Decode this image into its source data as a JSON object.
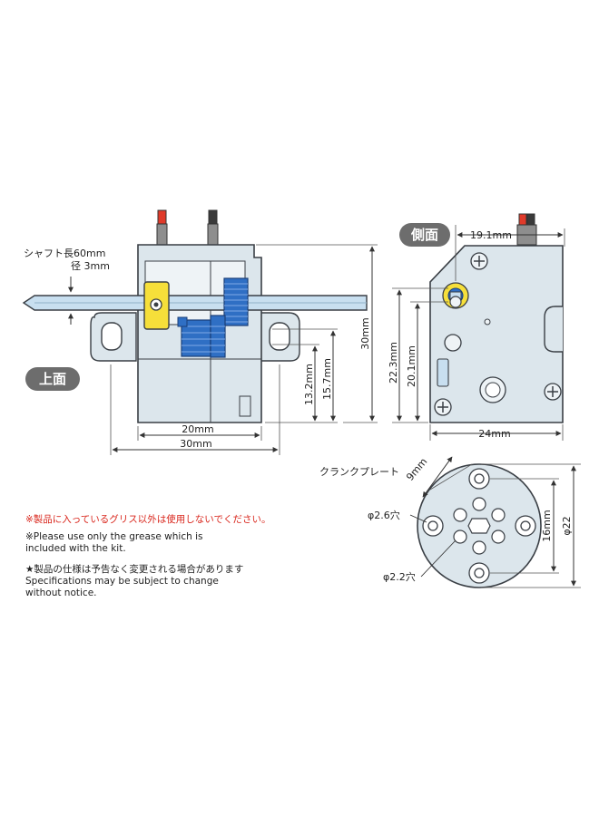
{
  "views": {
    "top": "上面",
    "side": "側面"
  },
  "labels": {
    "shaft_length": "シャフト長60mm",
    "shaft_diameter": "径 3mm",
    "crank_plate": "クランクプレート",
    "hole_26": "φ2.6穴",
    "hole_22": "φ2.2穴"
  },
  "dimensions": {
    "top_20mm": "20mm",
    "top_30mm_width": "30mm",
    "top_30mm_height": "30mm",
    "top_13_2mm": "13.2mm",
    "top_15_7mm": "15.7mm",
    "side_19_1mm": "19.1mm",
    "side_22_3mm": "22.3mm",
    "side_20_1mm": "20.1mm",
    "side_24mm": "24mm",
    "crank_9mm": "9mm",
    "crank_16mm": "16mm",
    "crank_phi22": "φ22"
  },
  "notes": {
    "warning_jp": "※製品に入っているグリス以外は使用しないでください。",
    "warning_en_1": "※Please use only the grease which is",
    "warning_en_2": "included with the kit.",
    "spec_jp": "★製品の仕様は予告なく変更される場合があります",
    "spec_en_1": "Specifications may be subject to change",
    "spec_en_2": "without notice."
  },
  "colors": {
    "body": "#dce6ec",
    "outline": "#3a3f45",
    "gear_blue": "#2f6fc4",
    "shaft": "#c8dff0",
    "plate_yellow": "#f6df3a",
    "tag_gray": "#6d6d6d",
    "warning_red": "#d9261c"
  }
}
